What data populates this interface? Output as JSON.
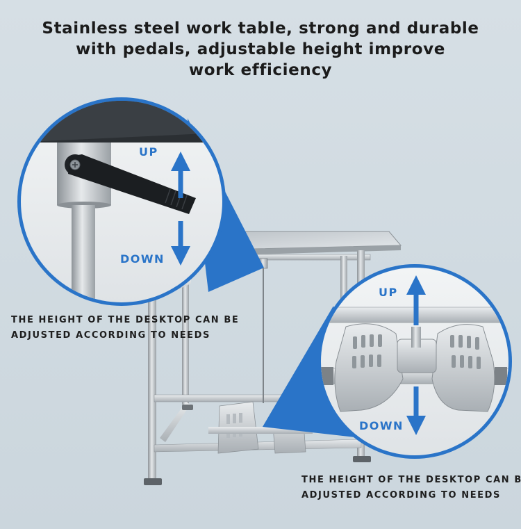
{
  "headline": {
    "line1": "Stainless steel work table, strong and durable",
    "line2": "with pedals, adjustable height improve",
    "line3": "work efficiency"
  },
  "callout_top_left": {
    "up_label": "UP",
    "down_label": "DOWN",
    "caption_line1": "THE HEIGHT OF THE DESKTOP CAN BE",
    "caption_line2": "ADJUSTED ACCORDING TO NEEDS"
  },
  "callout_bottom_right": {
    "up_label": "UP",
    "down_label": "DOWN",
    "caption_line1": "THE HEIGHT OF THE DESKTOP CAN BE",
    "caption_line2": "ADJUSTED ACCORDING TO NEEDS"
  },
  "colors": {
    "accent": "#2a74c8",
    "background": "#cfd9e0",
    "text": "#1e1e1e"
  }
}
